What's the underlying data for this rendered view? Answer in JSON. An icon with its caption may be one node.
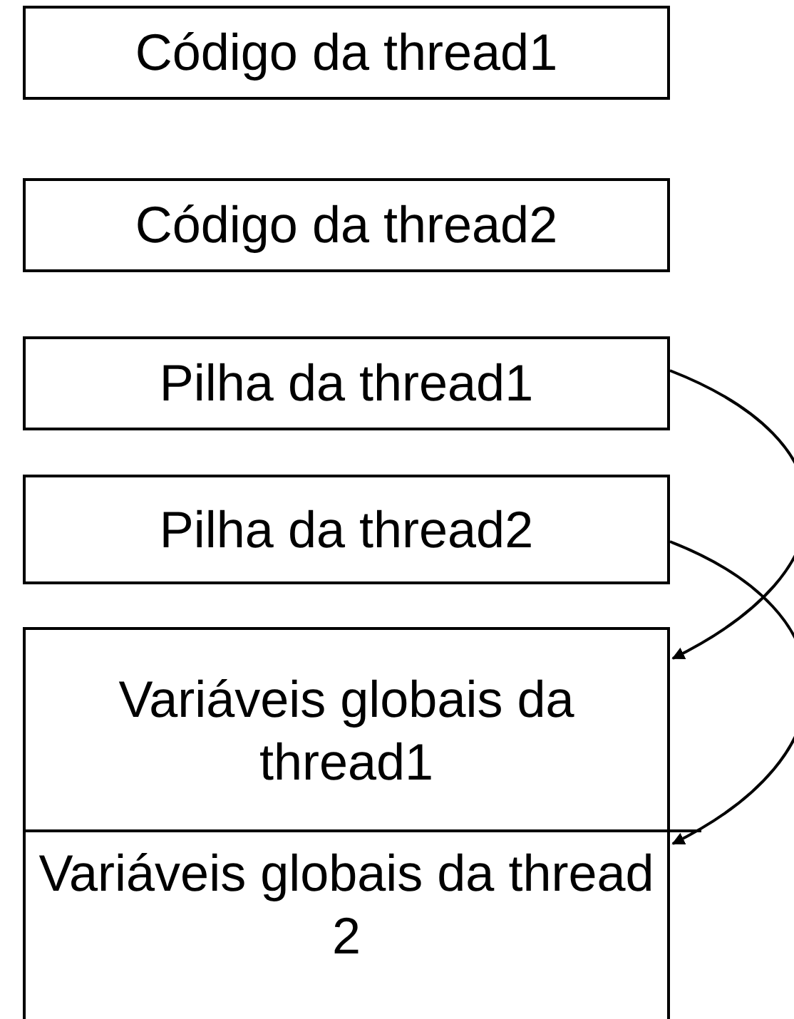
{
  "diagram": {
    "nodes": [
      {
        "text": [
          "Código da thread1"
        ]
      },
      {
        "text": [
          "Código da thread2"
        ]
      },
      {
        "text": [
          "Pilha da thread1"
        ]
      },
      {
        "text": [
          "Pilha da thread2"
        ]
      },
      {
        "text": [
          "Variáveis globais da thread1"
        ]
      },
      {
        "text": [
          "Variáveis globais da thread 2"
        ]
      }
    ],
    "edges": [
      {
        "from": 2,
        "to": 4,
        "arrow": "to"
      },
      {
        "from": 3,
        "to": 5,
        "arrow": "to"
      }
    ]
  }
}
